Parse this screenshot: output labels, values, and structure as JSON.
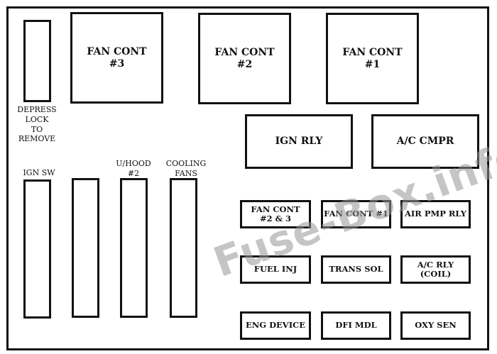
{
  "top_boxes": [
    {
      "label": "FAN CONT\n#3"
    },
    {
      "label": "FAN CONT\n#2"
    },
    {
      "label": "FAN CONT\n#1"
    }
  ],
  "depress_label": "DEPRESS\nLOCK\nTO\nREMOVE",
  "relays": {
    "ign_rly": "IGN RLY",
    "ac_cmpr": "A/C CMPR"
  },
  "fuse_labels": {
    "ign_sw": "IGN SW",
    "uhood2": "U/HOOD\n#2",
    "cooling_fans": "COOLING\nFANS"
  },
  "small_boxes": [
    "FAN CONT\n#2 & 3",
    "FAN CONT #1",
    "AIR PMP RLY",
    "FUEL INJ",
    "TRANS SOL",
    "A/C RLY\n(COIL)",
    "ENG DEVICE",
    "DFI MDL",
    "OXY SEN"
  ],
  "watermark": "Fuse-Box.info"
}
